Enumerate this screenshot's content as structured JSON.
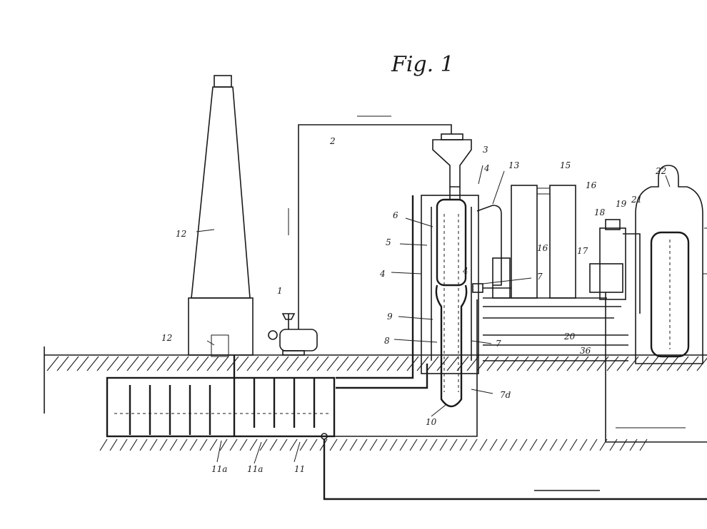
{
  "figure": {
    "title": "Fig. 1"
  },
  "labels": {
    "l1": "1",
    "l2": "2",
    "l3": "3",
    "l4a": "4",
    "l4b": "4",
    "l4c": "4",
    "l5": "5",
    "l6": "6",
    "l7": "7",
    "l7a": "7",
    "l7b": "7d",
    "l8": "8",
    "l9": "9",
    "l10": "10",
    "l11": "11",
    "l11a": "11a",
    "l11b": "11a",
    "l12": "12",
    "l12a": "12",
    "l13": "13",
    "l15": "15",
    "l16": "16",
    "l16a": "16",
    "l17": "17",
    "l18": "18",
    "l19": "19",
    "l20": "20",
    "l21": "21",
    "l22": "22",
    "l36": "36"
  }
}
